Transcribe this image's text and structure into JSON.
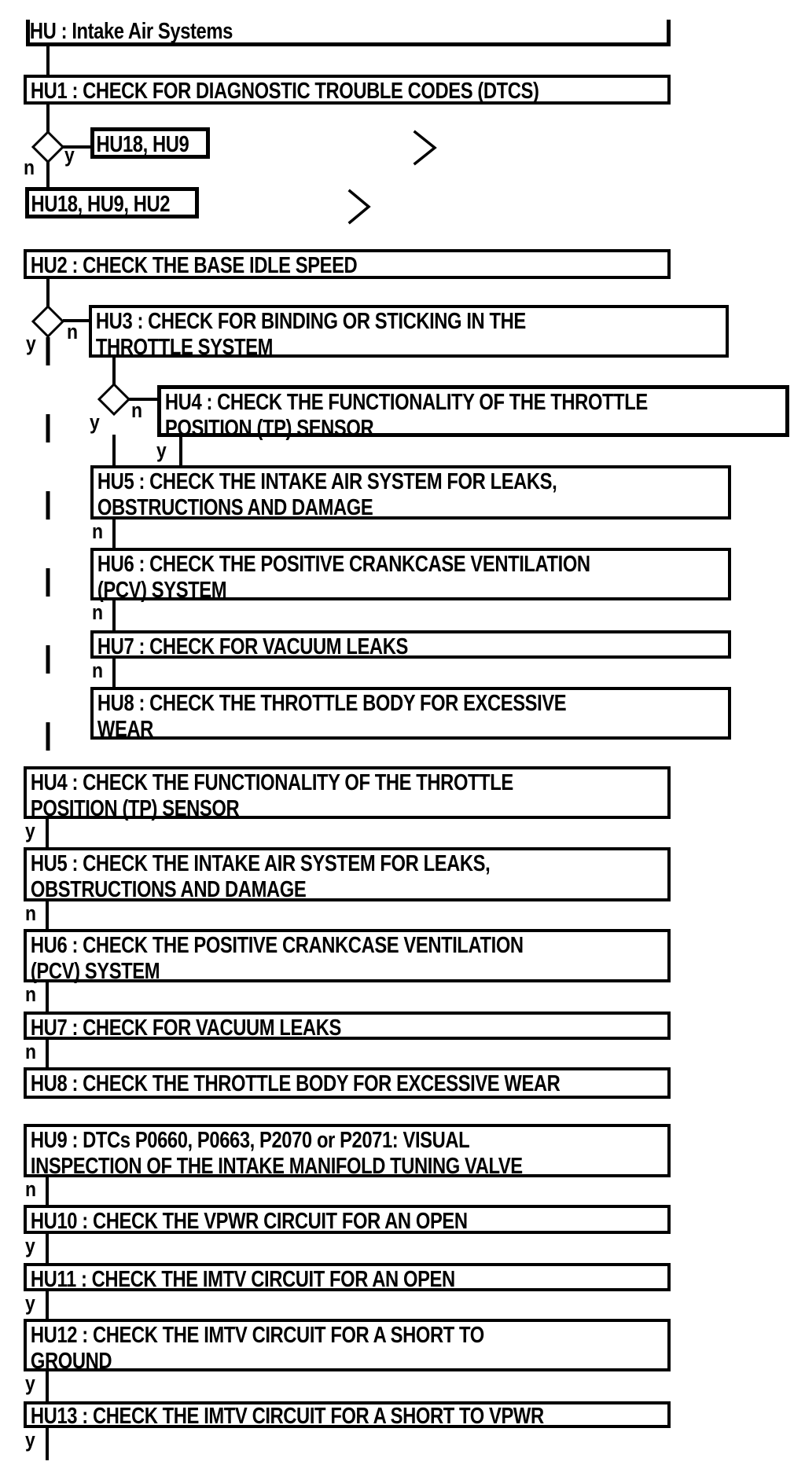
{
  "flowchart": {
    "title": "HU : Intake Air Systems",
    "branch_labels": {
      "yes": "y",
      "no": "n"
    },
    "colors": {
      "line": "#000000",
      "background": "#ffffff",
      "text": "#000000"
    },
    "icons": {
      "chevron": "continue-chevron"
    },
    "nodes": {
      "hu1": "HU1 : CHECK FOR DIAGNOSTIC TROUBLE CODES (DTCS)",
      "jump_yes": "HU18, HU9",
      "jump_no": "HU18, HU9, HU2",
      "hu2": "HU2 : CHECK THE BASE IDLE SPEED",
      "hu3": "HU3 : CHECK FOR BINDING OR STICKING IN THE\nTHROTTLE SYSTEM",
      "hu4_nested": "HU4 : CHECK THE FUNCTIONALITY OF THE THROTTLE\nPOSITION (TP) SENSOR",
      "hu5_nested": "HU5 : CHECK THE INTAKE AIR SYSTEM FOR LEAKS,\nOBSTRUCTIONS AND DAMAGE",
      "hu6_nested": "HU6 : CHECK THE POSITIVE CRANKCASE VENTILATION\n(PCV) SYSTEM",
      "hu7_nested": "HU7 : CHECK FOR VACUUM LEAKS",
      "hu8_nested": "HU8 : CHECK THE THROTTLE BODY FOR EXCESSIVE\nWEAR",
      "hu4": "HU4 : CHECK THE FUNCTIONALITY OF THE THROTTLE\nPOSITION (TP) SENSOR",
      "hu5": "HU5 : CHECK THE INTAKE AIR SYSTEM FOR LEAKS,\nOBSTRUCTIONS AND DAMAGE",
      "hu6": "HU6 : CHECK THE POSITIVE CRANKCASE VENTILATION\n(PCV) SYSTEM",
      "hu7": "HU7 : CHECK FOR VACUUM LEAKS",
      "hu8": "HU8 : CHECK THE THROTTLE BODY FOR EXCESSIVE WEAR",
      "hu9": "HU9 : DTCs P0660, P0663, P2070 or P2071: VISUAL\nINSPECTION OF THE INTAKE MANIFOLD TUNING VALVE",
      "hu10": "HU10 : CHECK THE VPWR CIRCUIT FOR AN OPEN",
      "hu11": "HU11 : CHECK THE IMTV CIRCUIT FOR AN OPEN",
      "hu12": "HU12 : CHECK THE IMTV CIRCUIT FOR A SHORT TO\nGROUND",
      "hu13": "HU13 : CHECK THE IMTV CIRCUIT FOR A SHORT TO VPWR"
    }
  }
}
